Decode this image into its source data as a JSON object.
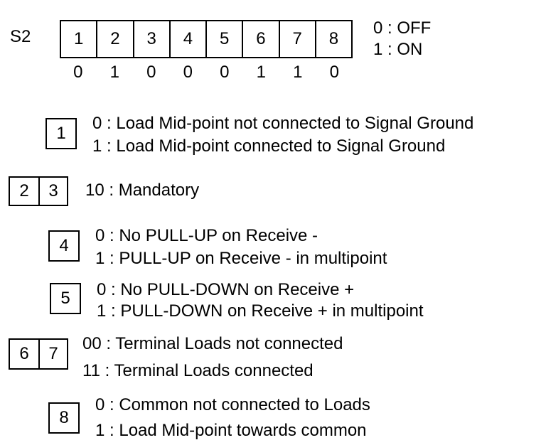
{
  "switch": {
    "name": "S2",
    "positions": [
      "1",
      "2",
      "3",
      "4",
      "5",
      "6",
      "7",
      "8"
    ],
    "states": [
      "0",
      "1",
      "0",
      "0",
      "0",
      "1",
      "1",
      "0"
    ]
  },
  "legend": {
    "off": "0 : OFF",
    "on": "1 : ON"
  },
  "groups": [
    {
      "boxes": [
        "1"
      ],
      "lines": [
        "0 : Load Mid-point not connected to Signal Ground",
        "1 : Load Mid-point connected to Signal Ground"
      ]
    },
    {
      "boxes": [
        "2",
        "3"
      ],
      "lines": [
        "10 : Mandatory"
      ]
    },
    {
      "boxes": [
        "4"
      ],
      "lines": [
        "0 : No PULL-UP on Receive -",
        "1 : PULL-UP on Receive -  in multipoint"
      ]
    },
    {
      "boxes": [
        "5"
      ],
      "lines": [
        "0 : No PULL-DOWN on Receive +",
        "1 : PULL-DOWN on Receive +  in multipoint"
      ]
    },
    {
      "boxes": [
        "6",
        "7"
      ],
      "lines": [
        "00 : Terminal Loads not connected",
        "11 : Terminal Loads connected"
      ]
    },
    {
      "boxes": [
        "8"
      ],
      "lines": [
        "0 : Common not connected to Loads",
        "1 : Load Mid-point towards common"
      ]
    }
  ]
}
